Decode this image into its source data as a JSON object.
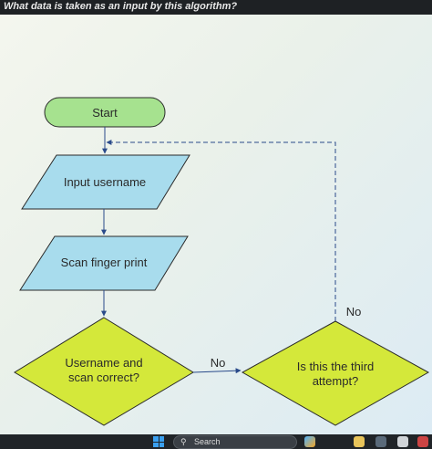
{
  "question": "What data is taken as an input by this algorithm?",
  "flowchart": {
    "start": "Start",
    "input_username": "Input username",
    "scan_finger_print": "Scan finger print",
    "decision_correct": [
      "Username and",
      "scan correct?"
    ],
    "decision_third_attempt": [
      "Is this the third",
      "attempt?"
    ],
    "edge_no_to_attempt": "No",
    "edge_no_loop_back": "No"
  },
  "colors": {
    "terminator": "#a6e28f",
    "io": "#a8dced",
    "decision": "#d4e83a"
  },
  "taskbar": {
    "search_label": "Search"
  }
}
